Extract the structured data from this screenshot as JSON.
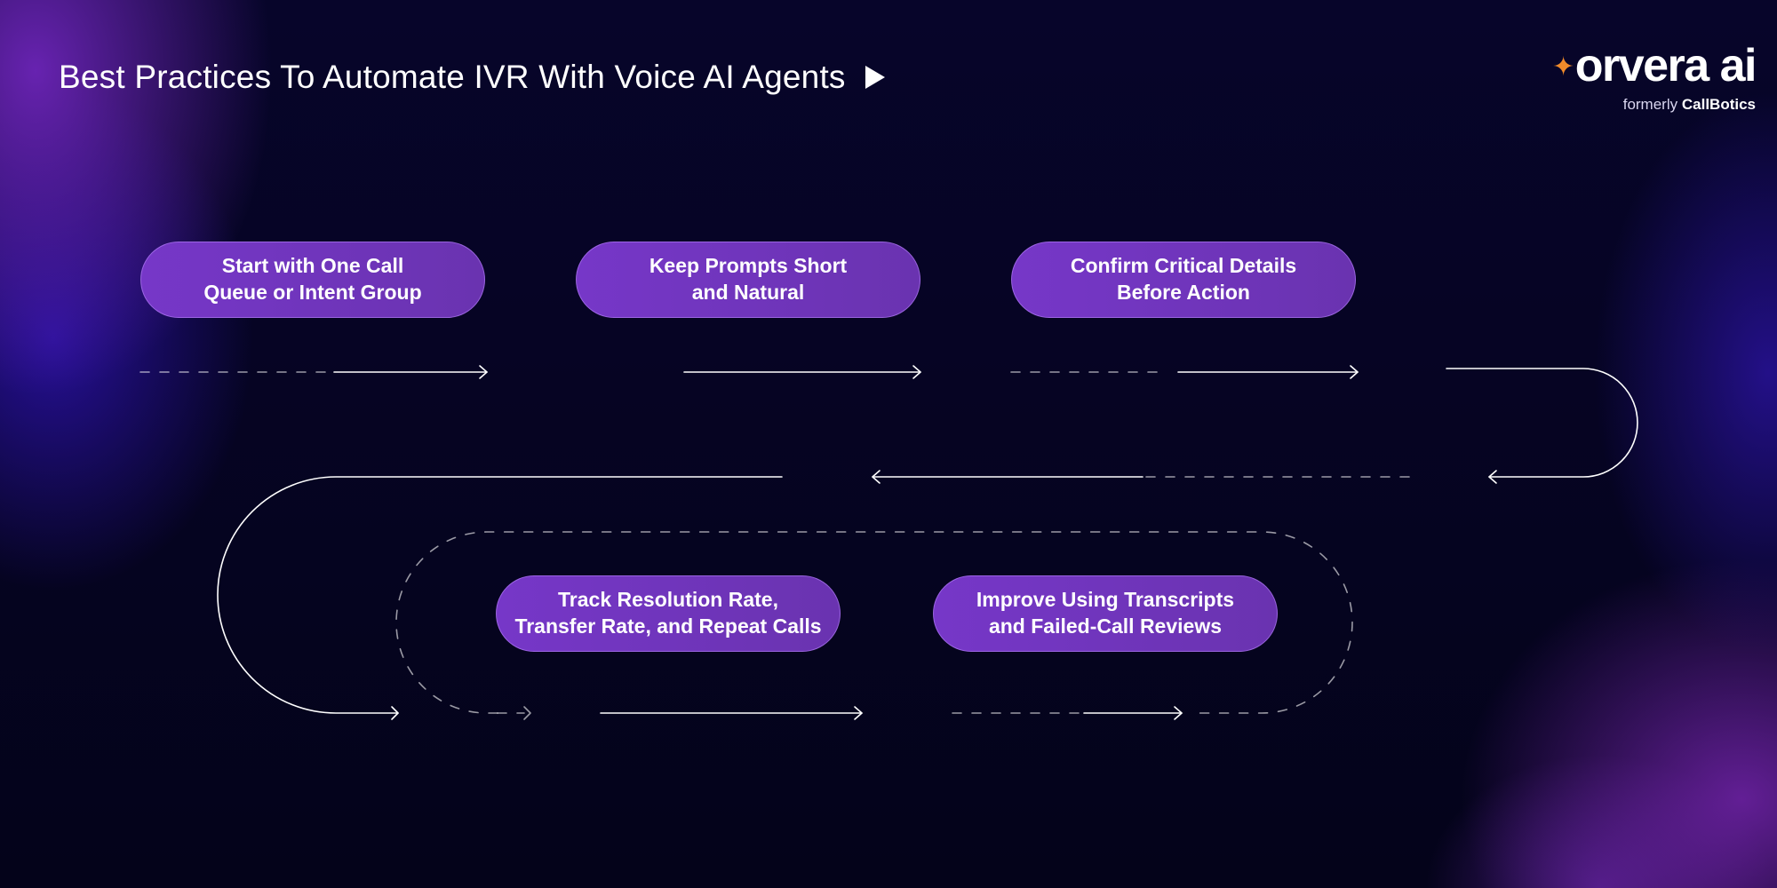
{
  "header": {
    "title": "Best Practices To Automate IVR With Voice AI Agents",
    "play_icon": "play-icon"
  },
  "logo": {
    "wordmark": "orvera ai",
    "spark_icon": "spark-icon",
    "spark_color": "#f08a2a",
    "subtitle_prefix": "formerly",
    "subtitle_brand": "CallBotics"
  },
  "steps": [
    "Start with One Call\nQueue or Intent Group",
    "Keep Prompts Short\nand Natural",
    "Confirm Critical Details\nBefore Action",
    "Track Resolution Rate,\nTransfer Rate, and Repeat Calls",
    "Improve Using Transcripts\nand Failed-Call Reviews"
  ],
  "colors": {
    "background": "#06041f",
    "pill": "#7637c8",
    "connector": "#ffffff"
  }
}
